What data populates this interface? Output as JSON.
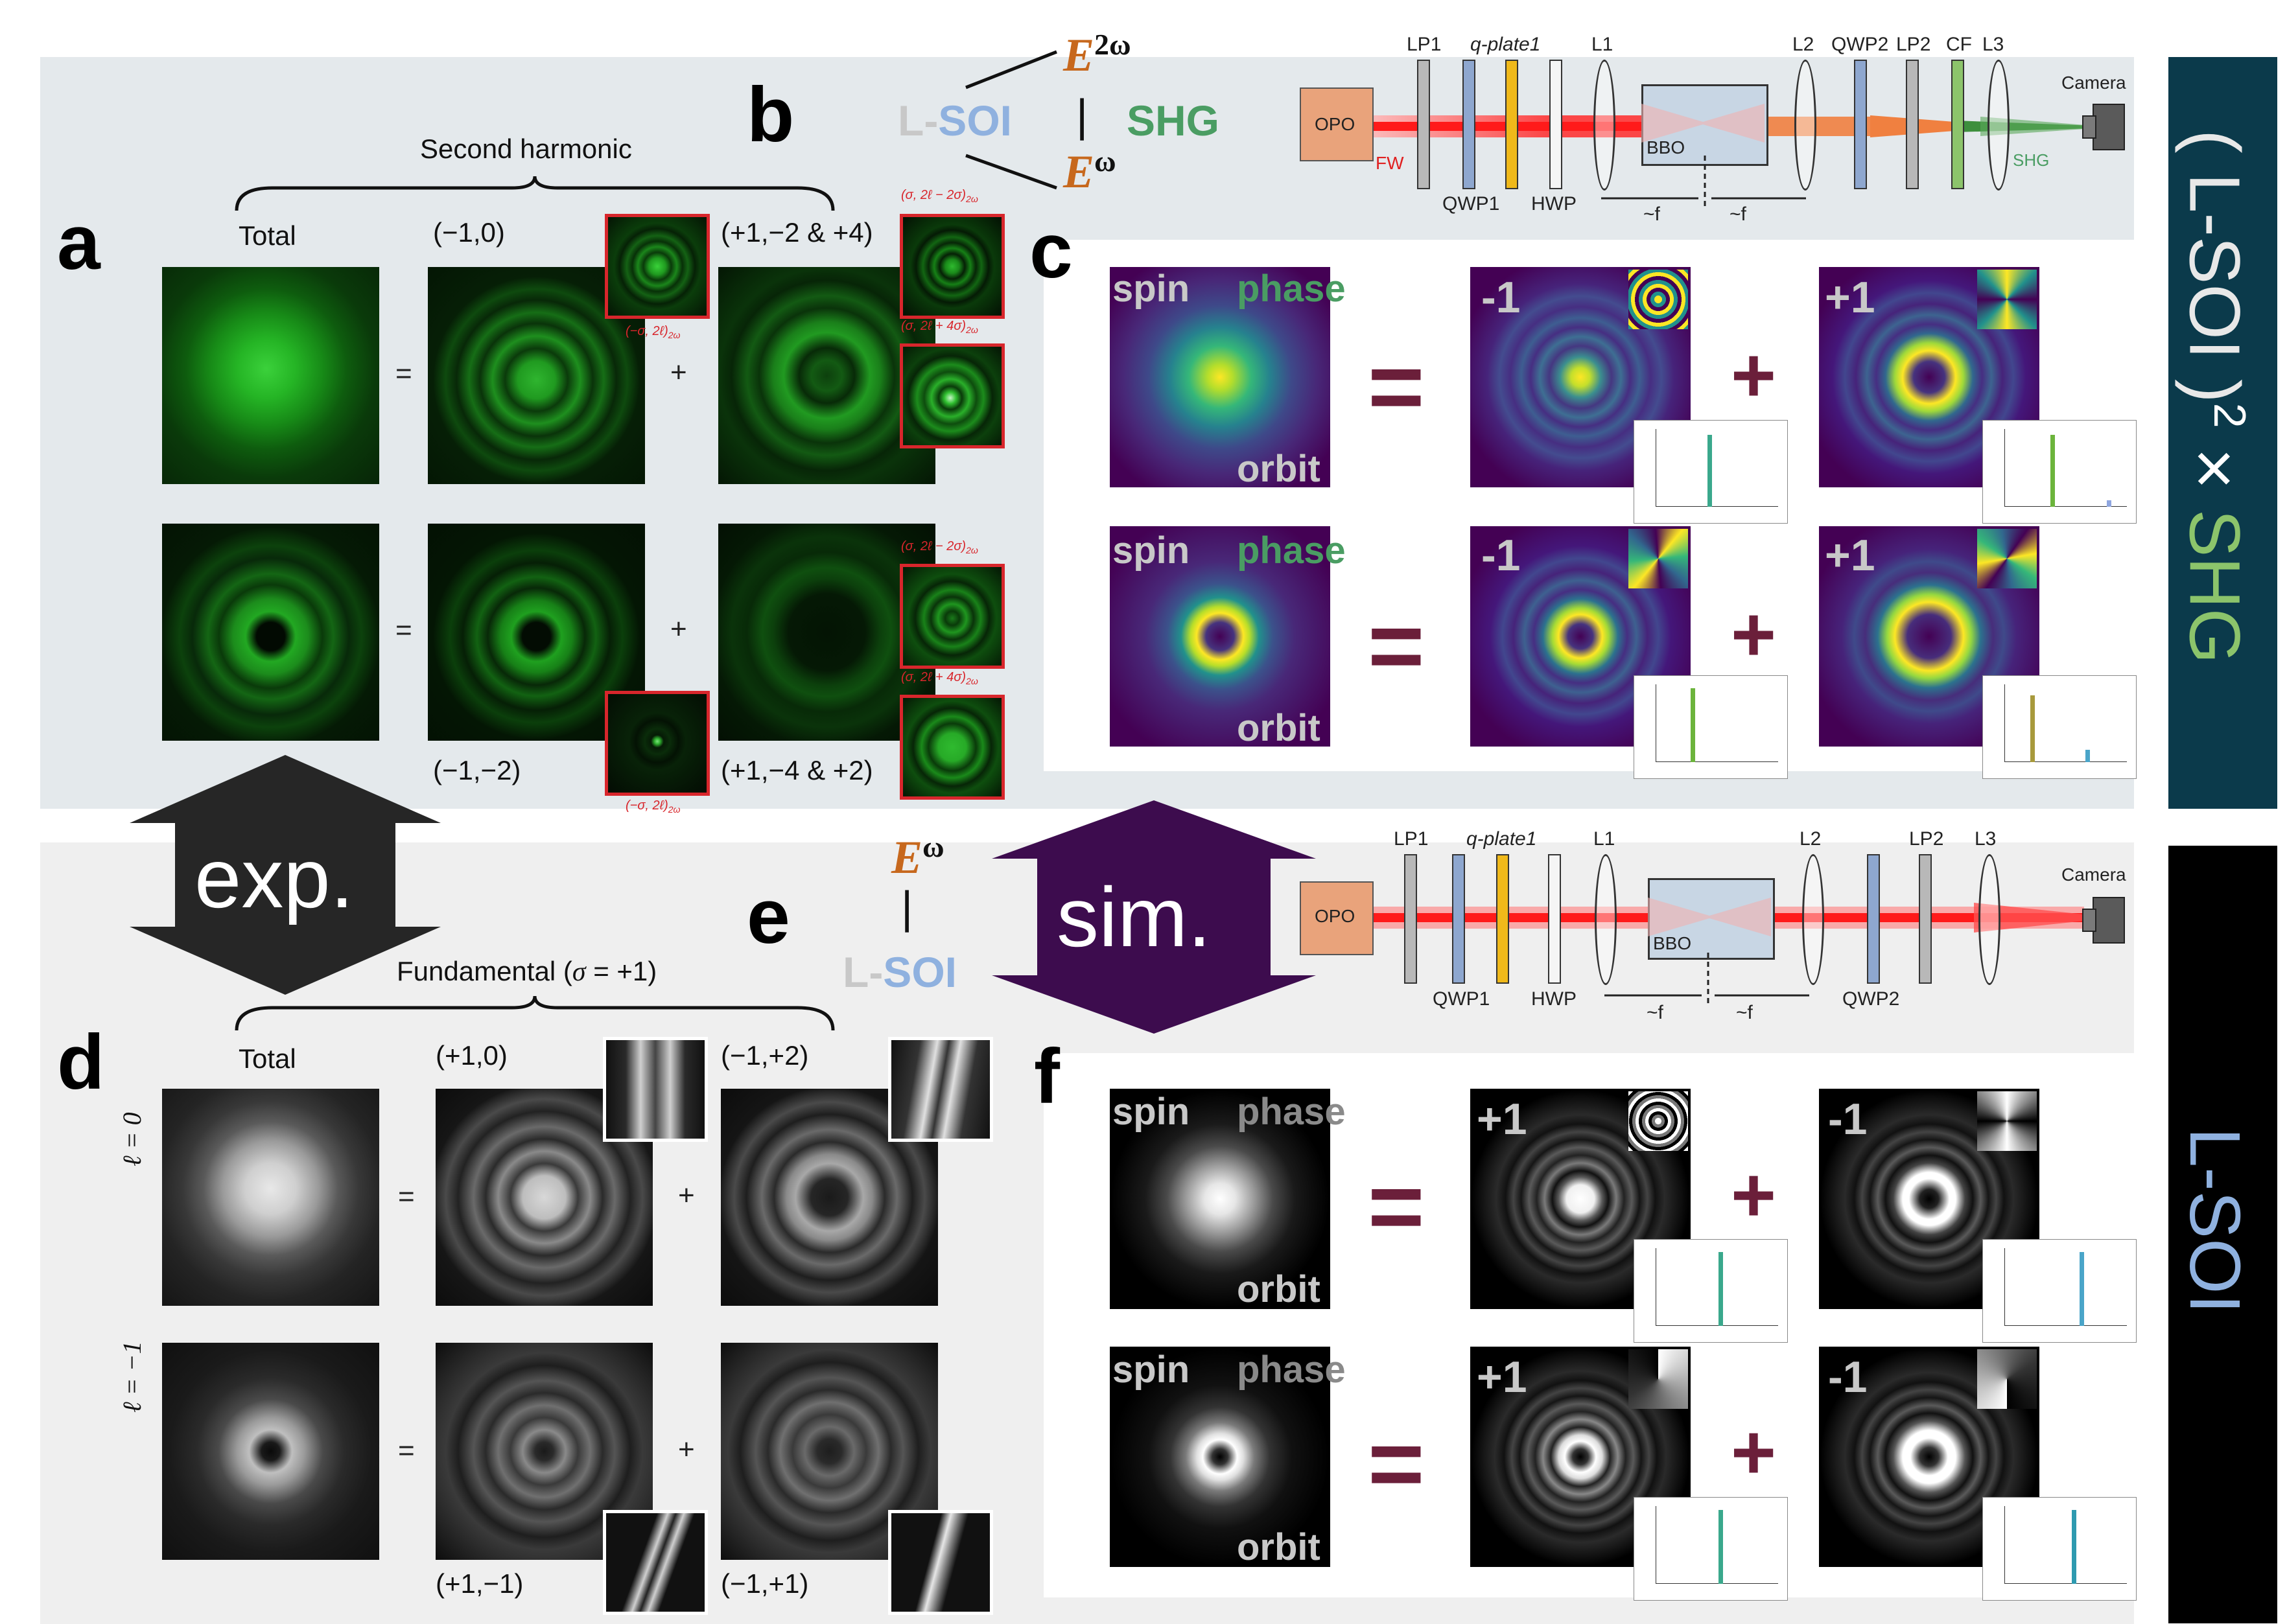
{
  "panels": {
    "a": "a",
    "b": "b",
    "c": "c",
    "d": "d",
    "e": "e",
    "f": "f"
  },
  "top": {
    "brace_label": "Second harmonic",
    "cols": {
      "total": "Total",
      "c1": "(−1,0)",
      "c2": "(+1,−2 & +4)",
      "c3": "(−1,−2)",
      "c4": "(+1,−4 & +2)"
    },
    "ops": {
      "eq": "=",
      "plus": "+"
    },
    "red_labels": {
      "r1": "(−σ, 2ℓ)",
      "r2": "(σ, 2ℓ − 2σ)",
      "r3": "(σ, 2ℓ + 4σ)",
      "r4": "(−σ, 2ℓ)",
      "r5": "(σ, 2ℓ − 2σ)",
      "r6": "(σ, 2ℓ + 4σ)",
      "sub": "2ω"
    }
  },
  "diagram_b": {
    "E": "E",
    "sup_2w": "2ω",
    "sup_w": "ω",
    "lsoi_L": "L-",
    "lsoi_SOI": "SOI",
    "shg": "SHG",
    "bar": "|"
  },
  "setup_top": {
    "opo": "OPO",
    "fw": "FW",
    "bbo": "BBO",
    "shg": "SHG",
    "camera": "Camera",
    "labels_top": [
      "LP1",
      "q-plate1",
      "L1",
      "L2",
      "QWP2",
      "LP2",
      "CF",
      "L3"
    ],
    "labels_bottom": [
      "QWP1",
      "HWP"
    ],
    "f1": "~f",
    "f2": "~f"
  },
  "setup_bottom": {
    "opo": "OPO",
    "bbo": "BBO",
    "camera": "Camera",
    "labels_top": [
      "LP1",
      "q-plate1",
      "L1",
      "L2",
      "LP2",
      "L3"
    ],
    "labels_bottom": [
      "QWP1",
      "HWP",
      "QWP2"
    ],
    "f1": "~f",
    "f2": "~f"
  },
  "sim": {
    "spin": "spin",
    "phase": "phase",
    "orbit": "orbit",
    "c_row1": [
      "-1",
      "+1"
    ],
    "c_row2": [
      "-1",
      "+1"
    ],
    "f_row1": [
      "+1",
      "-1"
    ],
    "f_row2": [
      "+1",
      "-1"
    ],
    "eq": "=",
    "plus": "+"
  },
  "arrows": {
    "exp": "exp.",
    "sim": "sim."
  },
  "bottom": {
    "brace_label_main": "Fundamental (",
    "brace_sigma": "σ",
    "brace_tail": " = +1)",
    "cols": {
      "total": "Total",
      "c1": "(+1,0)",
      "c2": "(−1,+2)",
      "c3": "(+1,−1)",
      "c4": "(−1,+1)"
    },
    "row_l0": "ℓ = 0",
    "row_lm1": "ℓ = −1",
    "ops": {
      "eq": "=",
      "plus": "+"
    }
  },
  "e_diagram": {
    "E": "E",
    "sup": "ω",
    "L": "L-",
    "SOI": "SOI",
    "bar": "|"
  },
  "sidebar": {
    "top_open": "( L-SOI )",
    "top_sup": "2",
    "top_times": " × ",
    "top_shg": "SHG",
    "bottom": "L-SOI"
  },
  "colors": {
    "top_bg": "#e4e9ec",
    "bottom_bg": "#efefef",
    "sidebar_top": "#0b3a4b",
    "sidebar_bottom": "#000000",
    "shg_green": "#4a9d63",
    "soi_blue": "#8fb1df",
    "orange": "#c7681d",
    "sim_purple": "#3d0c4e",
    "exp_dark": "#262626"
  }
}
